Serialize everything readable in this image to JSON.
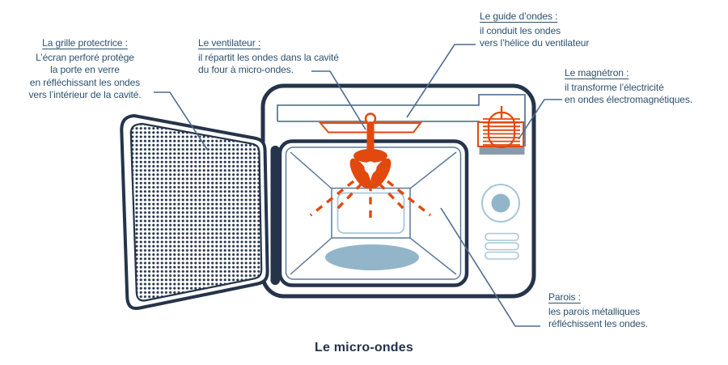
{
  "title": "Le micro-ondes",
  "colors": {
    "navy": "#25344a",
    "text": "#2e506e",
    "slate": "#5c7a99",
    "leader": "#4e6b90",
    "light_blue": "#a9c6da",
    "steel_blue": "#92b5ca",
    "orange": "#e2490e",
    "gray_bar": "#8b9aa8",
    "background": "#ffffff"
  },
  "labels": {
    "grille": {
      "heading": "La grille protectrice :",
      "lines": [
        "L’écran perforé protège",
        "la porte en verre",
        "en réfléchissant les ondes",
        "vers l’intérieur de la cavité."
      ]
    },
    "ventilateur": {
      "heading": "Le ventilateur :",
      "lines": [
        "il répartit les ondes dans la cavité",
        "du four à micro-ondes."
      ]
    },
    "guide_ondes": {
      "heading": "Le guide d’ondes :",
      "lines": [
        "il conduit les ondes",
        "vers l’hélice du ventilateur"
      ]
    },
    "magnetron": {
      "heading": "Le magnétron :",
      "lines": [
        "il transforme l’électricité",
        "en ondes électromagnétiques."
      ]
    },
    "parois": {
      "heading": "Parois :",
      "lines": [
        "les parois métalliques",
        "réfléchissent les ondes."
      ]
    }
  },
  "icons": {
    "fan": "fan-blades-icon",
    "magnetron": "coil-icon",
    "turntable": "plate-ellipse-icon",
    "grille": "perforated-dots-icon"
  }
}
